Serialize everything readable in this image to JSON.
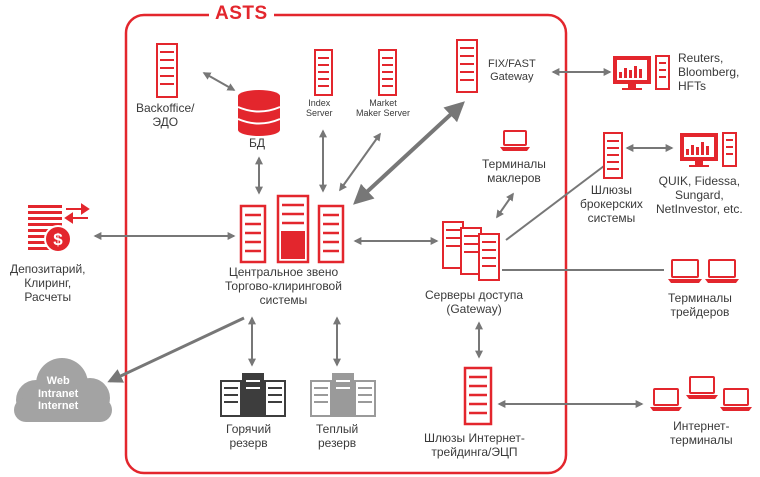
{
  "title": "ASTS",
  "colors": {
    "accent": "#e3262d",
    "arrow": "#777777",
    "dark": "#3d3d3d",
    "gray": "#9a9a9a",
    "cloud": "#a3a3a3"
  },
  "labels": {
    "backoffice": [
      "Backoffice/",
      "ЭДО"
    ],
    "db": [
      "БД"
    ],
    "index_server": [
      "Index",
      "Server"
    ],
    "mm_server": [
      "Market",
      "Maker Server"
    ],
    "fix": [
      "FIX/FAST",
      "Gateway"
    ],
    "reuters": [
      "Reuters,",
      "Bloomberg,",
      "HFTs"
    ],
    "broker_terminals": [
      "Терминалы",
      "маклеров"
    ],
    "broker_gateways": [
      "Шлюзы",
      "брокерских",
      "системы"
    ],
    "quik": [
      "QUIK, Fidessa,",
      "Sungard,",
      "NetInvestor, etc."
    ],
    "depository": [
      "Депозитарий,",
      "Клиринг,",
      "Расчеты"
    ],
    "central": [
      "Центральное звено",
      "Торгово-клиринговой",
      "системы"
    ],
    "access_servers": [
      "Серверы доступа",
      "(Gateway)"
    ],
    "trader_terminals": [
      "Терминалы",
      "трейдеров"
    ],
    "cloud": [
      "Web",
      "Intranet",
      "Internet"
    ],
    "hot": [
      "Горячий",
      "резерв"
    ],
    "warm": [
      "Теплый",
      "резерв"
    ],
    "inet_gateways": [
      "Шлюзы Интернет-",
      "трейдинга/ЭЦП"
    ],
    "inet_terminals": [
      "Интернет-",
      "терминалы"
    ]
  },
  "icons": [
    "server-icon",
    "database-icon",
    "laptop-icon",
    "monitor-chart-icon",
    "money-icon",
    "cloud-icon"
  ]
}
